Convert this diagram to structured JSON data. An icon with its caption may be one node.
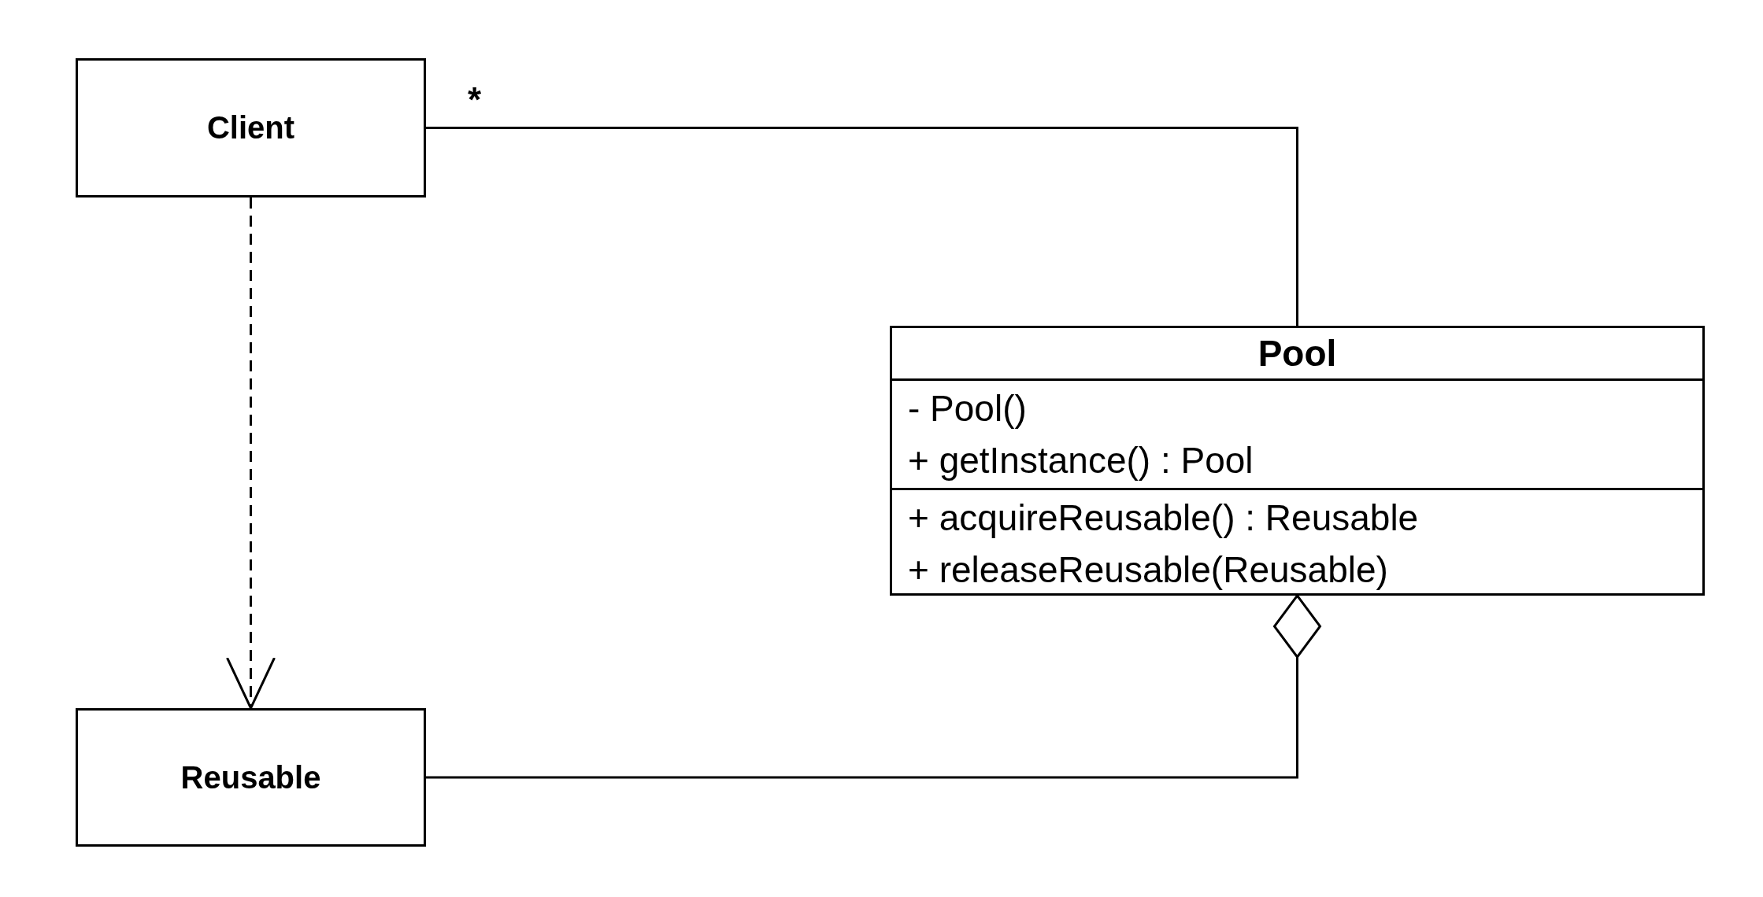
{
  "diagram": {
    "nodes": [
      {
        "text": [
          "Client"
        ]
      },
      {
        "text": [
          "Pool",
          "- Pool()",
          "+ getInstance() : Pool",
          "+ acquireReusable() : Reusable",
          "+ releaseReusable(Reusable)"
        ]
      },
      {
        "text": [
          "Reusable"
        ]
      }
    ],
    "edges": [
      {
        "from": 0,
        "to": 1,
        "arrow": "none"
      },
      {
        "from": 0,
        "to": 2,
        "arrow": "to",
        "style": "dashed"
      },
      {
        "from": 1,
        "to": 2,
        "arrow": "other"
      }
    ],
    "labels": [
      "*"
    ]
  }
}
